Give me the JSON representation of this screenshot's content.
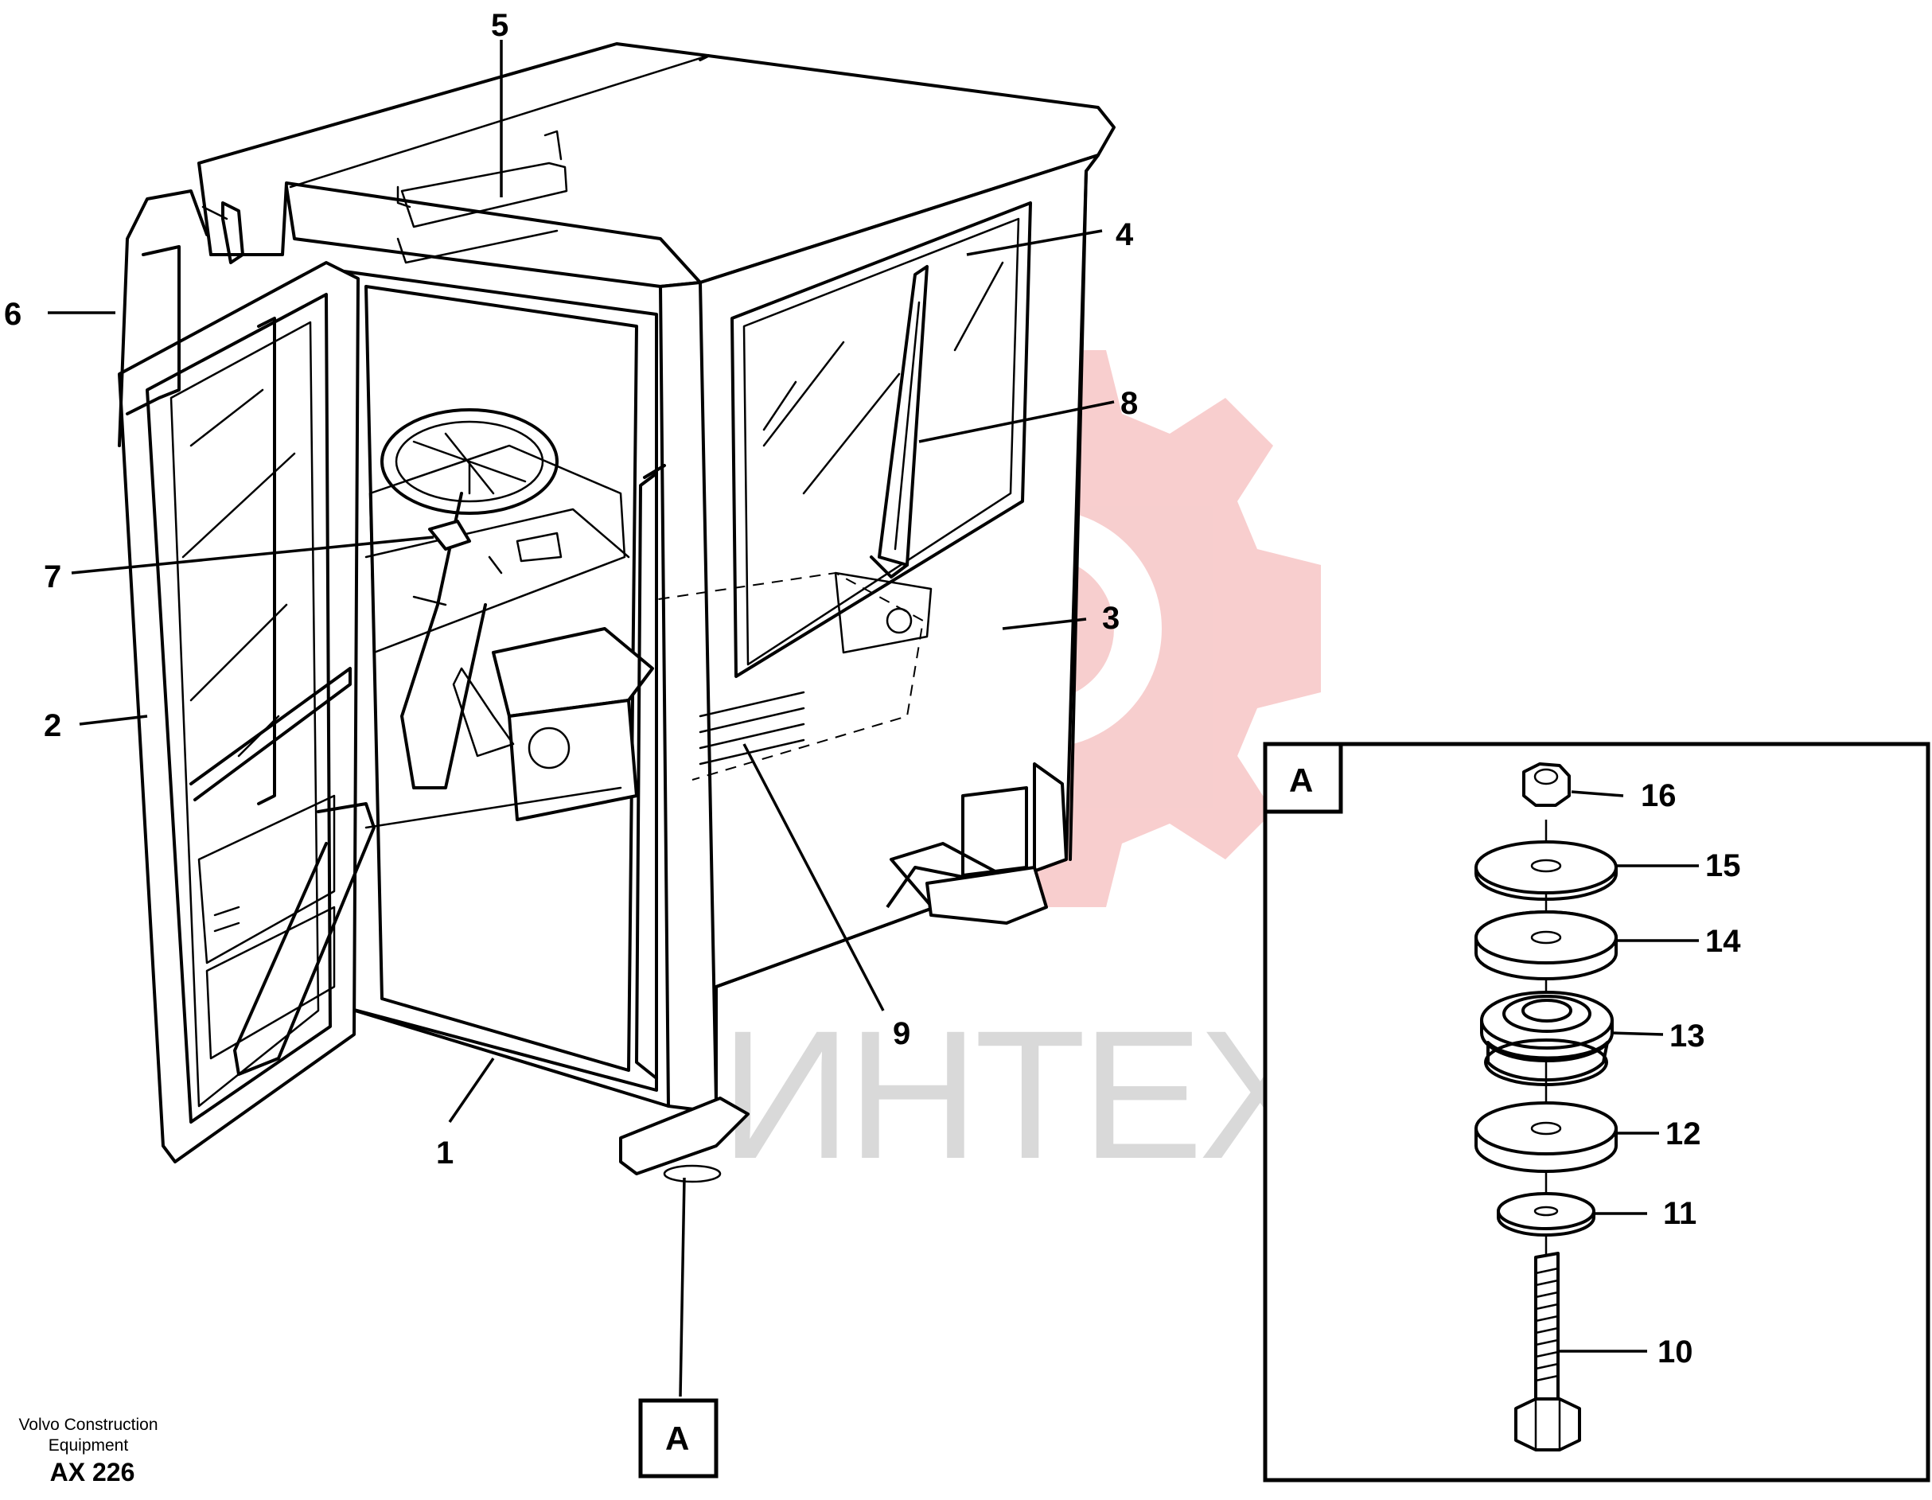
{
  "callouts": {
    "c1": "1",
    "c2": "2",
    "c3": "3",
    "c4": "4",
    "c5": "5",
    "c6": "6",
    "c7": "7",
    "c8": "8",
    "c9": "9",
    "c10": "10",
    "c11": "11",
    "c12": "12",
    "c13": "13",
    "c14": "14",
    "c15": "15",
    "c16": "16"
  },
  "detail_ref_label": "A",
  "detail_box_label": "A",
  "footer": {
    "company_line1": "Volvo Construction",
    "company_line2": "Equipment",
    "figure_code": "AX 226"
  },
  "watermark_text": "ИНТЕХ",
  "colors": {
    "watermark_gear": "#f7c9c9",
    "watermark_text": "#d9d9d9",
    "ink": "#000000"
  }
}
